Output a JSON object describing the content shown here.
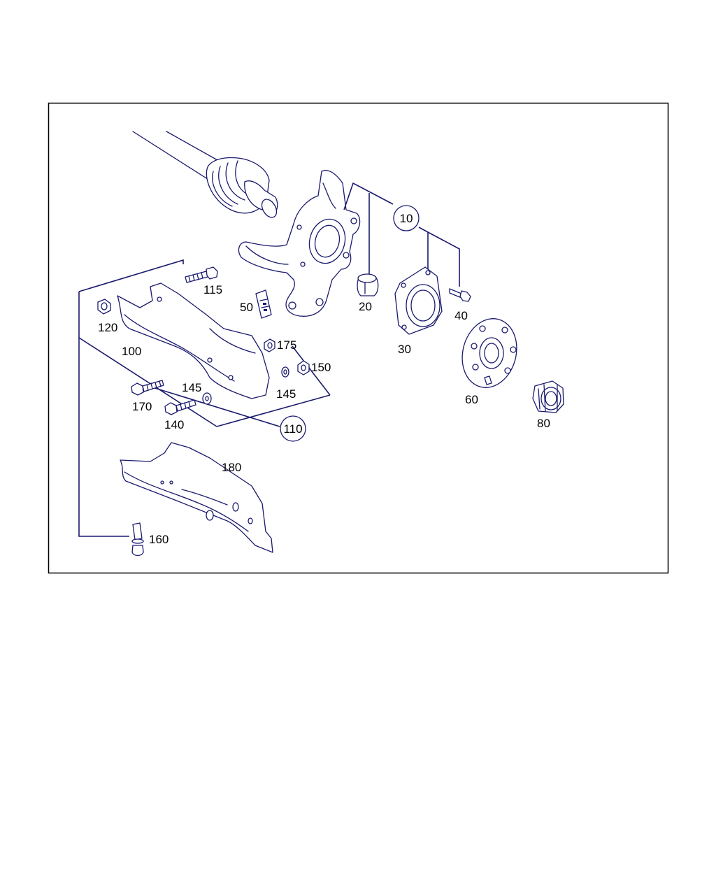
{
  "diagram": {
    "labels": {
      "p10": "10",
      "p20": "20",
      "p30": "30",
      "p40": "40",
      "p50": "50",
      "p60": "60",
      "p80": "80",
      "p100": "100",
      "p110": "110",
      "p115": "115",
      "p120": "120",
      "p140": "140",
      "p145a": "145",
      "p145b": "145",
      "p150": "150",
      "p160": "160",
      "p170": "170",
      "p175": "175",
      "p180": "180"
    },
    "colors": {
      "line": "#1a1a6e",
      "frame": "#000000",
      "text": "#000000"
    }
  }
}
